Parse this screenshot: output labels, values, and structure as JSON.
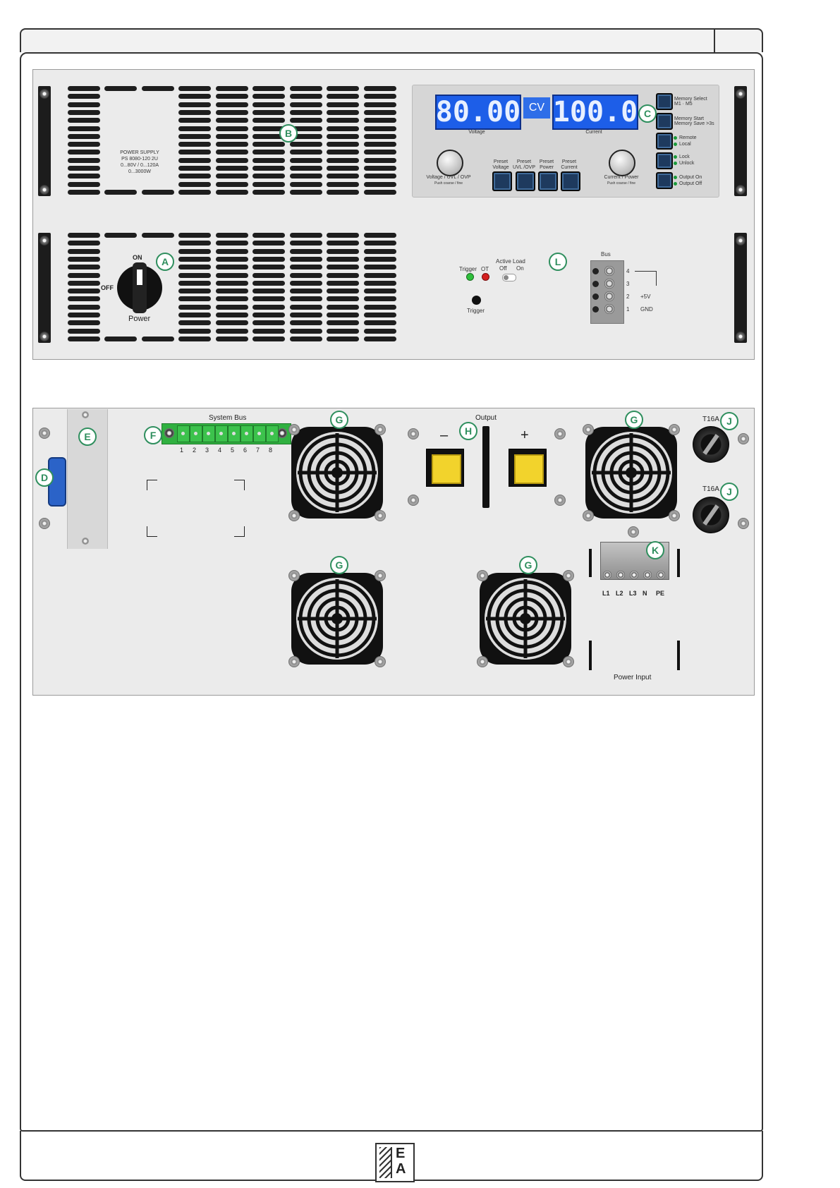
{
  "front_panel": {
    "model_label": [
      "POWER SUPPLY",
      "PS 8080-120 2U",
      "0...80V / 0...120A",
      "0...3000W"
    ],
    "voltage_display": "80.00",
    "mode_display": "CV",
    "current_display": "100.0",
    "voltage_caption": "Voltage",
    "current_caption": "Current",
    "left_knob_label": "Voltage / UVL / OVP",
    "left_knob_sub": "Push coarse / fine",
    "right_knob_label": "Current / Power",
    "right_knob_sub": "Push coarse / fine",
    "preset_buttons": [
      {
        "line1": "Preset",
        "line2": "Voltage"
      },
      {
        "line1": "Preset",
        "line2": "UVL /OVP"
      },
      {
        "line1": "Preset",
        "line2": "Power"
      },
      {
        "line1": "Preset",
        "line2": "Current"
      }
    ],
    "side_buttons": [
      {
        "line1": "Memory Select",
        "line2": "M1 · M5",
        "leds": false
      },
      {
        "line1": "Memory Start",
        "line2": "Memory Save >3s",
        "leds": false
      },
      {
        "line1": "Remote",
        "line2": "Local",
        "leds": true
      },
      {
        "line1": "Lock",
        "line2": "Unlock",
        "leds": true
      },
      {
        "line1": "Output On",
        "line2": "Output Off",
        "leds": true
      }
    ],
    "power_switch": {
      "on": "ON",
      "off": "OFF",
      "caption": "Power"
    },
    "trigger": {
      "trigger_led": "Trigger",
      "ot_led": "OT",
      "button_caption": "Trigger"
    },
    "active_load": {
      "title": "Active Load",
      "off": "Off",
      "on": "On"
    },
    "bus": {
      "title": "Bus",
      "pins": [
        "4",
        "3",
        "2",
        "1"
      ],
      "pin_labels": [
        "",
        "",
        "+5V",
        "GND"
      ]
    }
  },
  "rear_panel": {
    "system_bus": {
      "title": "System Bus",
      "pins": [
        "1",
        "2",
        "3",
        "4",
        "5",
        "6",
        "7",
        "8"
      ]
    },
    "output": {
      "title": "Output",
      "minus": "–",
      "plus": "+"
    },
    "fuse_labels": [
      "T16A",
      "T16A"
    ],
    "power_input": {
      "terminals": [
        "L1",
        "L2",
        "L3",
        "N",
        "PE"
      ],
      "caption": "Power Input"
    }
  },
  "callouts": {
    "A": "A",
    "B": "B",
    "C": "C",
    "D": "D",
    "E": "E",
    "F": "F",
    "G": "G",
    "H": "H",
    "J": "J",
    "K": "K",
    "L": "L"
  },
  "footer": {
    "logo_top": "E",
    "logo_bottom": "A"
  }
}
